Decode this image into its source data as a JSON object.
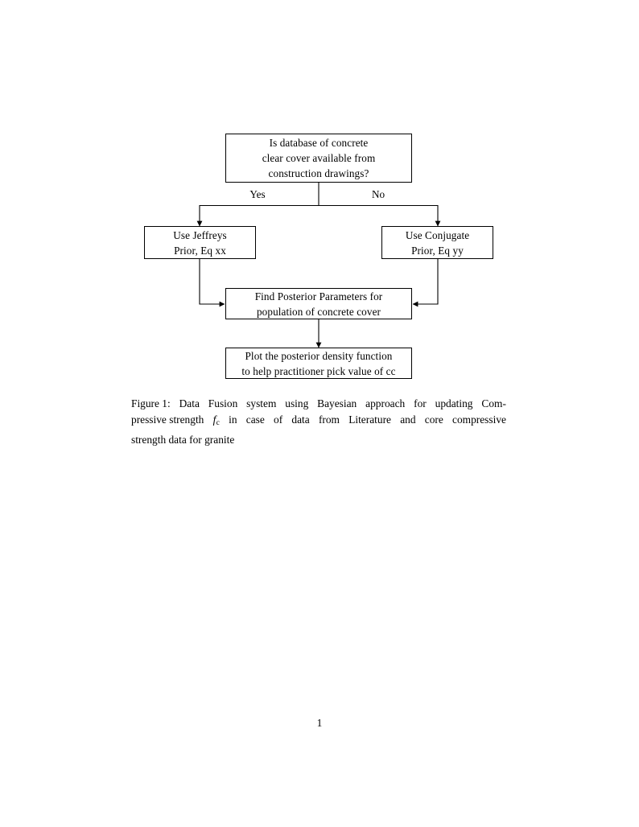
{
  "document": {
    "page_number": "1"
  },
  "figure": {
    "nodes": {
      "question": {
        "lines": [
          "Is database of concrete",
          "clear cover available from",
          "construction drawings?"
        ]
      },
      "jeffreys_prior": {
        "lines": [
          "Use Jeffreys",
          "Prior, Eq xx"
        ]
      },
      "conjugate_prior": {
        "lines": [
          "Use Conjugate",
          "Prior, Eq yy"
        ]
      },
      "posterior_parameters": {
        "lines": [
          "Find Posterior Parameters for",
          "population of concrete cover"
        ]
      },
      "plot_density": {
        "lines": [
          "Plot the posterior density function",
          "to help practitioner pick value of cc"
        ]
      }
    },
    "edge_labels": {
      "yes": "Yes",
      "no": "No"
    }
  },
  "caption": {
    "line1_left": "Figure 1:",
    "line1_words": [
      "Data",
      "Fusion",
      "system",
      "using",
      "Bayesian",
      "approach",
      "for",
      "updating",
      "Com-"
    ],
    "line2_pre": "pressive strength",
    "line2_math_f": "f",
    "line2_math_sub": "c",
    "line2_words": [
      "in",
      "case",
      "of",
      "data",
      "from",
      "Literature",
      "and",
      "core",
      "compressive"
    ],
    "line3": "strength data for granite"
  }
}
